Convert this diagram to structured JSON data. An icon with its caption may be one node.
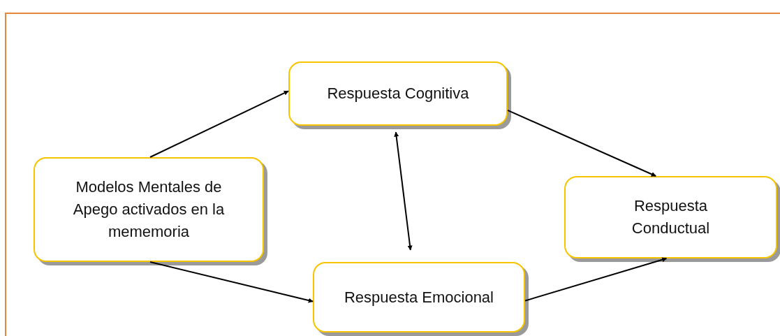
{
  "diagram": {
    "nodes": [
      {
        "text": [
          "Modelos Mentales de Apego activados en la mememoria"
        ]
      },
      {
        "text": [
          "Respuesta Cognitiva"
        ]
      },
      {
        "text": [
          "Respuesta Emocional"
        ]
      },
      {
        "text": [
          "Respuesta Conductual"
        ]
      }
    ],
    "edges": [
      {
        "from": 0,
        "to": 1,
        "arrow": "to"
      },
      {
        "from": 0,
        "to": 2,
        "arrow": "to"
      },
      {
        "from": 1,
        "to": 3,
        "arrow": "to"
      },
      {
        "from": 2,
        "to": 3,
        "arrow": "to"
      },
      {
        "from": 1,
        "to": 2,
        "arrow": "both"
      }
    ]
  }
}
